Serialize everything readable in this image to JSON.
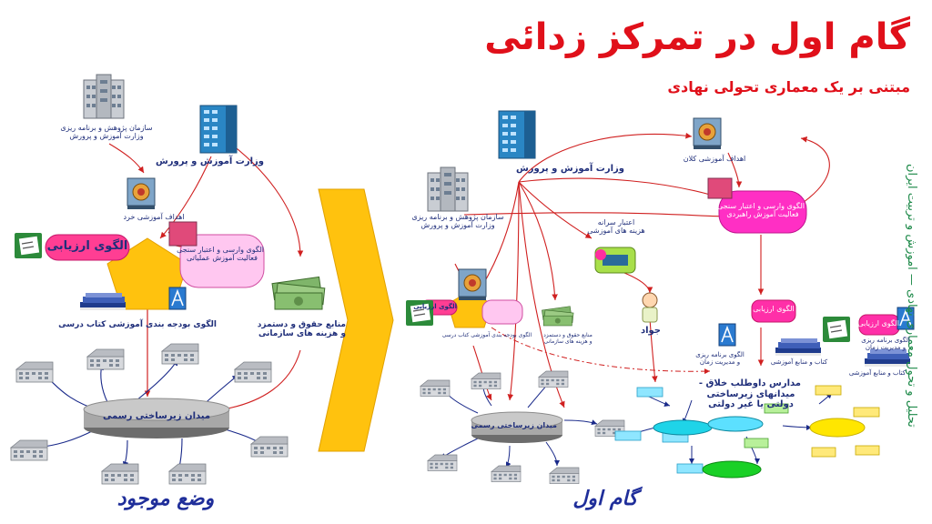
{
  "title": "گام اول در تمرکز زدائی",
  "subtitle": "مبتنی بر یک معماری تحولی نهادی",
  "side_caption": "تحلیل و تحول معماری نهادی — آموزش و تربیت ایران",
  "left": {
    "caption": "وضع موجود",
    "research_org": [
      "سازمان پژوهش و برنامه ریزی",
      "وزارت آموزش و پرورش"
    ],
    "ministry": "وزارت آموزش و پرورش",
    "micro_goals": "اهداف آموزشی خرد",
    "evaluation_pattern": "الگوی ارزیابی",
    "supervision_pattern": [
      "الگوی وارسی و اعتبار سنجی",
      "فعالیت آموزش عملیاتی"
    ],
    "budget_pattern": [
      "الگوی بودجه بندی آموزشی کتاب درسی"
    ],
    "funds": [
      "منابع حقوق و دستمزد",
      "و هزینه های سازمانی"
    ],
    "infrastructure_field": "میدان زیرساختی رسمی"
  },
  "right": {
    "caption": "گام اول",
    "ministry": "وزارت آموزش و پرورش",
    "research_org": [
      "سازمان پژوهش و برنامه ریزی",
      "وزارت آموزش و پرورش"
    ],
    "macro_goals": "اهداف آموزشی کلان",
    "supervision_pattern": [
      "الگوی وارسی و اعتبار سنجی",
      "فعالیت آموزش راهبردی"
    ],
    "per_capita": [
      "اعتبار سرانه",
      "هزینه های آموزشی"
    ],
    "voucher": "جواد",
    "evaluation_pattern_small": "الگوی ارزیابی",
    "evaluation_pattern_center": "الگوی ارزیابی",
    "evaluation_pattern_right": "الگوی ارزیابی",
    "budget_small": "الگوی بودجه بندی آموزشی کتاب درسی",
    "funds_small": [
      "منابع حقوق و دستمزد",
      "و هزینه های سازمانی"
    ],
    "planning_pattern": [
      "الگوی برنامه ریزی",
      "و مدیریت زمان"
    ],
    "books_resources": "کتاب و منابع آموزشی",
    "planning_pattern_right": [
      "الگوی برنامه ریزی",
      "و مدیریت زمان"
    ],
    "books_resources_right": "کتاب و منابع آموزشی",
    "infrastructure_field": "میدان زیرساختی رسمی",
    "schools_text": [
      "مدارس داوطلب خلاق -",
      "میدانهای زیرساختی",
      "دولتی یا غیر دولتی"
    ]
  }
}
